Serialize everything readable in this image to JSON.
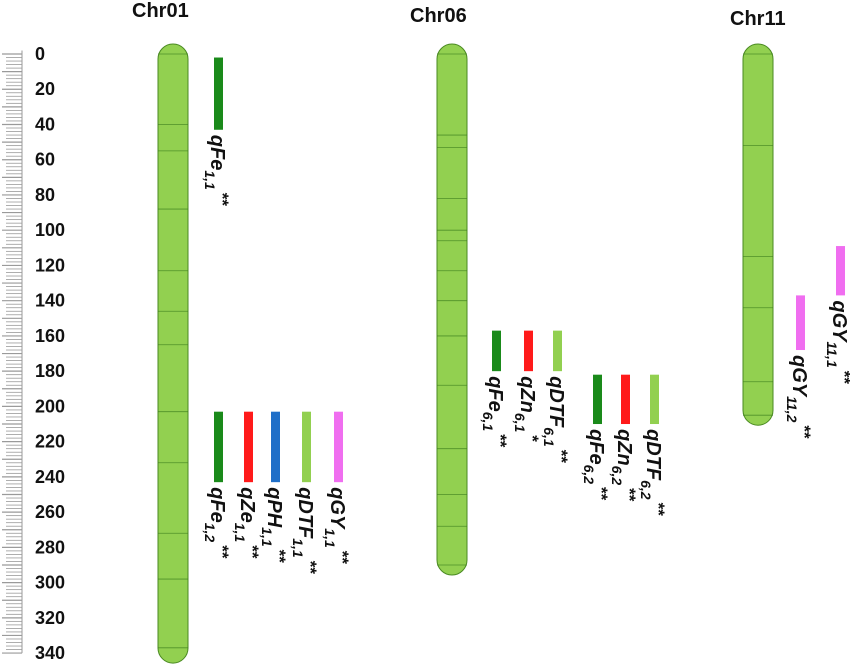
{
  "scale": {
    "min": 0,
    "max": 340,
    "major_step": 20,
    "labels": [
      "0",
      "20",
      "40",
      "60",
      "80",
      "100",
      "120",
      "140",
      "160",
      "180",
      "200",
      "220",
      "240",
      "260",
      "280",
      "300",
      "320",
      "340"
    ]
  },
  "colors": {
    "chromosome_fill": "#92d050",
    "chromosome_stroke": "#4a8a22",
    "band_line": "#3f7f1e",
    "ruler": "#9a9a9a"
  },
  "chromosomes": [
    {
      "name": "Chr01",
      "start": 0,
      "end": 340,
      "bands": [
        0,
        40,
        55,
        88,
        123,
        146,
        165,
        203,
        232,
        272,
        298,
        337
      ],
      "qtls": [
        {
          "name": "qFe",
          "sub": "1,1",
          "sig": "**",
          "color": "#1a8a1a",
          "start": 2,
          "end": 43
        },
        {
          "name": "qFe",
          "sub": "1,2",
          "sig": "**",
          "color": "#1a8a1a",
          "start": 203,
          "end": 243
        },
        {
          "name": "qZe",
          "sub": "1,1",
          "sig": "**",
          "color": "#ff1a1a",
          "start": 203,
          "end": 243
        },
        {
          "name": "qPH",
          "sub": "1,1",
          "sig": "**",
          "color": "#1f6fc8",
          "start": 203,
          "end": 243
        },
        {
          "name": "qDTF",
          "sub": "1,1",
          "sig": "**",
          "color": "#92d050",
          "start": 203,
          "end": 243
        },
        {
          "name": "qGY",
          "sub": "1,1",
          "sig": "**",
          "color": "#f06ef0",
          "start": 203,
          "end": 243
        }
      ]
    },
    {
      "name": "Chr06",
      "start": 0,
      "end": 290,
      "bands": [
        0,
        46,
        53,
        82,
        100,
        106,
        123,
        140,
        160,
        188,
        224,
        250,
        268,
        290
      ],
      "qtls": [
        {
          "name": "qFe",
          "sub": "6,1",
          "sig": "**",
          "color": "#1a8a1a",
          "start": 157,
          "end": 180
        },
        {
          "name": "qZn",
          "sub": "6,1",
          "sig": "*",
          "color": "#ff1a1a",
          "start": 157,
          "end": 180
        },
        {
          "name": "qDTF",
          "sub": "6,1",
          "sig": "**",
          "color": "#92d050",
          "start": 157,
          "end": 180
        },
        {
          "name": "qFe",
          "sub": "6,2",
          "sig": "**",
          "color": "#1a8a1a",
          "start": 182,
          "end": 210
        },
        {
          "name": "qZn",
          "sub": "6,2",
          "sig": "**",
          "color": "#ff1a1a",
          "start": 182,
          "end": 210
        },
        {
          "name": "qDTF",
          "sub": "6,2",
          "sig": "**",
          "color": "#92d050",
          "start": 182,
          "end": 210
        }
      ]
    },
    {
      "name": "Chr11",
      "start": 0,
      "end": 205,
      "bands": [
        0,
        52,
        115,
        144,
        186,
        205
      ],
      "qtls": [
        {
          "name": "qGY",
          "sub": "11,1",
          "sig": "**",
          "color": "#f06ef0",
          "start": 109,
          "end": 137
        },
        {
          "name": "qGY",
          "sub": "11,2",
          "sig": "**",
          "color": "#f06ef0",
          "start": 137,
          "end": 168
        }
      ]
    }
  ]
}
